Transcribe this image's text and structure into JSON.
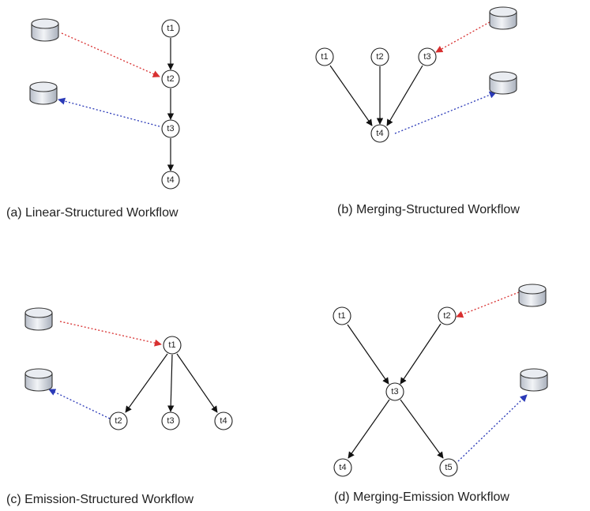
{
  "colors": {
    "control_edge": "#111111",
    "read_edge": "#d83030",
    "write_edge": "#2b3ab8",
    "database_fill": "#dfe3ea"
  },
  "icons": {
    "database": "database-cylinder-icon"
  },
  "panels": [
    {
      "id": "a",
      "caption": "(a) Linear-Structured Workflow",
      "nodes": [
        {
          "label": "t1"
        },
        {
          "label": "t2"
        },
        {
          "label": "t3"
        },
        {
          "label": "t4"
        }
      ]
    },
    {
      "id": "b",
      "caption": "(b) Merging-Structured Workflow",
      "nodes": [
        {
          "label": "t1"
        },
        {
          "label": "t2"
        },
        {
          "label": "t3"
        },
        {
          "label": "t4"
        }
      ]
    },
    {
      "id": "c",
      "caption": "(c) Emission-Structured Workflow",
      "nodes": [
        {
          "label": "t1"
        },
        {
          "label": "t2"
        },
        {
          "label": "t3"
        },
        {
          "label": "t4"
        }
      ]
    },
    {
      "id": "d",
      "caption": "(d) Merging-Emission Workflow",
      "nodes": [
        {
          "label": "t1"
        },
        {
          "label": "t2"
        },
        {
          "label": "t3"
        },
        {
          "label": "t4"
        },
        {
          "label": "t5"
        }
      ]
    }
  ]
}
